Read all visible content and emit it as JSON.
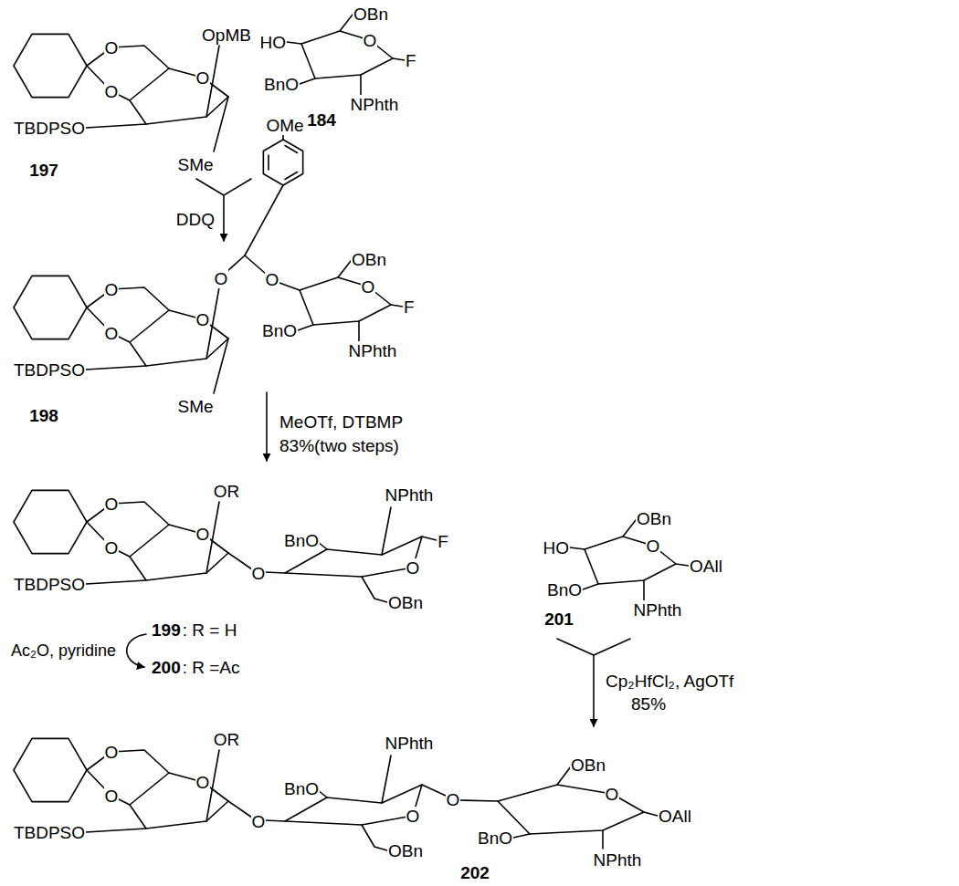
{
  "diagram": {
    "labels": [
      "OpMB",
      "O",
      "O",
      "O",
      "TBDPSO",
      "SMe",
      "197",
      "HO",
      "OBn",
      "O",
      "F",
      "BnO",
      "NPhth",
      "184",
      "OMe",
      "DDQ",
      "O",
      "O",
      "O",
      "O",
      "O",
      "OBn",
      "O",
      "F",
      "TBDPSO",
      "BnO",
      "NPhth",
      "SMe",
      "198",
      "MeOTf, DTBMP",
      "83%(two steps)",
      "OR",
      "O",
      "O",
      "O",
      "BnO",
      "NPhth",
      "O",
      "F",
      "O",
      "TBDPSO",
      "OBn",
      "199",
      ": R = H",
      "Ac₂O, pyridine",
      "200",
      ": R =Ac",
      "OBn",
      "HO",
      "O",
      "OAll",
      "BnO",
      "NPhth",
      "201",
      "Cp₂HfCl₂, AgOTf",
      "85%",
      "OR",
      "O",
      "O",
      "O",
      "BnO",
      "NPhth",
      "O",
      "O",
      "O",
      "OBn",
      "O",
      "OAll",
      "TBDPSO",
      "BnO",
      "NPhth",
      "OBn",
      "202"
    ]
  }
}
